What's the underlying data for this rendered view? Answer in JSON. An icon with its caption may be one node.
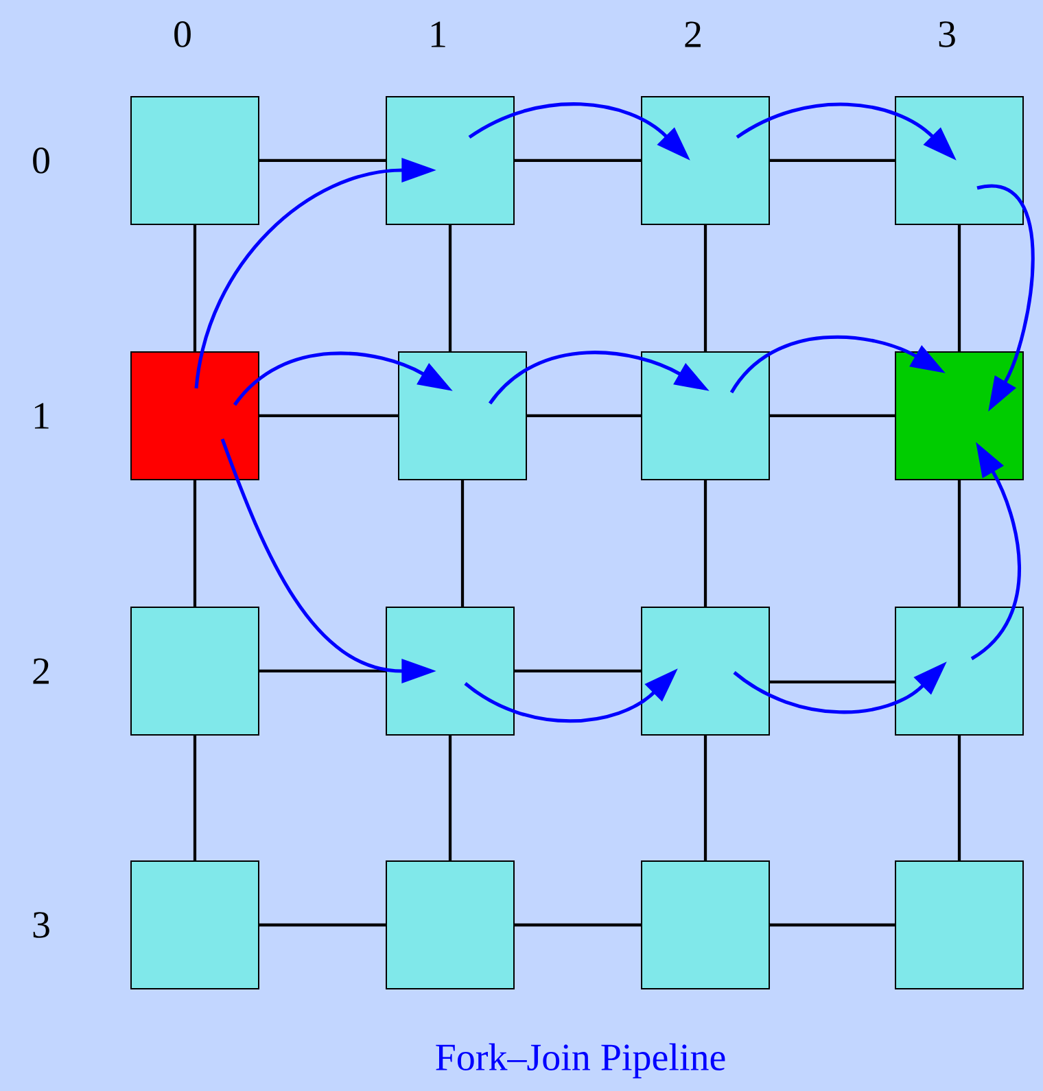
{
  "diagram": {
    "caption": "Fork–Join Pipeline",
    "nodes": [
      {
        "text": [],
        "shape": "box"
      },
      {
        "text": [],
        "shape": "box"
      },
      {
        "text": [],
        "shape": "box"
      },
      {
        "text": [],
        "shape": "box"
      },
      {
        "text": [],
        "shape": "box"
      },
      {
        "text": [],
        "shape": "box"
      },
      {
        "text": [],
        "shape": "box"
      },
      {
        "text": [],
        "shape": "box"
      },
      {
        "text": [],
        "shape": "box"
      },
      {
        "text": [],
        "shape": "box"
      },
      {
        "text": [],
        "shape": "box"
      },
      {
        "text": [],
        "shape": "box"
      },
      {
        "text": [],
        "shape": "box"
      },
      {
        "text": [],
        "shape": "box"
      },
      {
        "text": [],
        "shape": "box"
      },
      {
        "text": [],
        "shape": "box"
      }
    ],
    "edges": [
      {
        "from": 0,
        "to": 1,
        "arrow": "none"
      },
      {
        "from": 1,
        "to": 2,
        "arrow": "none"
      },
      {
        "from": 2,
        "to": 3,
        "arrow": "none"
      },
      {
        "from": 4,
        "to": 5,
        "arrow": "none"
      },
      {
        "from": 5,
        "to": 6,
        "arrow": "none"
      },
      {
        "from": 6,
        "to": 7,
        "arrow": "none"
      },
      {
        "from": 8,
        "to": 9,
        "arrow": "none"
      },
      {
        "from": 9,
        "to": 10,
        "arrow": "none"
      },
      {
        "from": 10,
        "to": 11,
        "arrow": "none"
      },
      {
        "from": 12,
        "to": 13,
        "arrow": "none"
      },
      {
        "from": 13,
        "to": 14,
        "arrow": "none"
      },
      {
        "from": 14,
        "to": 15,
        "arrow": "none"
      },
      {
        "from": 0,
        "to": 4,
        "arrow": "none"
      },
      {
        "from": 1,
        "to": 5,
        "arrow": "none"
      },
      {
        "from": 2,
        "to": 6,
        "arrow": "none"
      },
      {
        "from": 3,
        "to": 7,
        "arrow": "none"
      },
      {
        "from": 4,
        "to": 8,
        "arrow": "none"
      },
      {
        "from": 5,
        "to": 9,
        "arrow": "none"
      },
      {
        "from": 6,
        "to": 10,
        "arrow": "none"
      },
      {
        "from": 7,
        "to": 11,
        "arrow": "none"
      },
      {
        "from": 8,
        "to": 12,
        "arrow": "none"
      },
      {
        "from": 9,
        "to": 13,
        "arrow": "none"
      },
      {
        "from": 10,
        "to": 14,
        "arrow": "none"
      },
      {
        "from": 11,
        "to": 15,
        "arrow": "none"
      },
      {
        "from": 4,
        "to": 1,
        "arrow": "to",
        "color": "#0000ff"
      },
      {
        "from": 1,
        "to": 2,
        "arrow": "to",
        "color": "#0000ff"
      },
      {
        "from": 2,
        "to": 3,
        "arrow": "to",
        "color": "#0000ff"
      },
      {
        "from": 3,
        "to": 7,
        "arrow": "to",
        "color": "#0000ff"
      },
      {
        "from": 4,
        "to": 5,
        "arrow": "to",
        "color": "#0000ff"
      },
      {
        "from": 5,
        "to": 6,
        "arrow": "to",
        "color": "#0000ff"
      },
      {
        "from": 6,
        "to": 7,
        "arrow": "to",
        "color": "#0000ff"
      },
      {
        "from": 4,
        "to": 9,
        "arrow": "to",
        "color": "#0000ff"
      },
      {
        "from": 9,
        "to": 10,
        "arrow": "to",
        "color": "#0000ff"
      },
      {
        "from": 10,
        "to": 11,
        "arrow": "to",
        "color": "#0000ff"
      },
      {
        "from": 11,
        "to": 7,
        "arrow": "to",
        "color": "#0000ff"
      }
    ],
    "labels": [
      "0",
      "1",
      "2",
      "3",
      "0",
      "1",
      "2",
      "3"
    ]
  }
}
